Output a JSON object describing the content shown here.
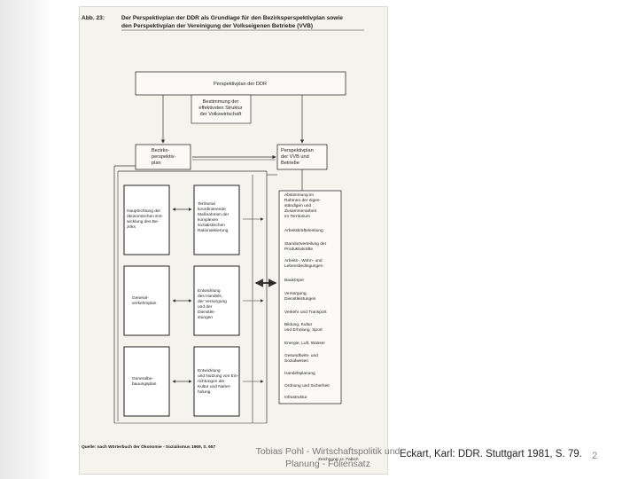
{
  "slide": {
    "footer_line1": "Tobias Pohl - Wirtschaftspolitik und",
    "footer_line2": "Planung - Foliensatz",
    "citation": "Eckart, Karl: DDR. Stuttgart 1981, S. 79.",
    "page_number": "2"
  },
  "figure": {
    "caption_label": "Abb. 23:",
    "caption_line1": "Der Perspektivplan der DDR als Grundlage für den Bezirksperspektivplan sowie",
    "caption_line2": "den Perspektivplan der Vereinigung der Volkseigenen Betriebe (VVB)",
    "top_box": "Perspektivplan der DDR",
    "structure_box": [
      "Bestimmung der",
      "effektivsten Struktur",
      "der Volkswirtschaft"
    ],
    "bezirk_box": [
      "Bezirks-",
      "perspektiv-",
      "plan"
    ],
    "vvb_box": [
      "Perspektivplan",
      "der VVB und",
      "Betriebe"
    ],
    "left_col": [
      [
        "Hauptrichtung der",
        "ökonomischen Ent-",
        "wicklung des Be-",
        "zirks"
      ],
      [
        "General-",
        "verkehrsplan"
      ],
      [
        "Generalbe-",
        "bauungsplan"
      ]
    ],
    "mid_col": [
      [
        "Territorial",
        "koordinierende",
        "Maßnahmen der",
        "komplexen",
        "sozialistischen",
        "Rationalisierung"
      ],
      [
        "Entwicklung",
        "des Handels,",
        "der Versorgung",
        "und der",
        "Dienstlei-",
        "stungen"
      ],
      [
        "Entwicklung",
        "und Nutzung von Ein-",
        "richtungen der",
        "Kultur und Naher-",
        "holung"
      ]
    ],
    "right_list": [
      [
        "Abstimmung im",
        "Rahmen der eigen-",
        "ständigen und",
        "Zusammenarbeit",
        "im Territorium"
      ],
      [
        "Arbeitskräftelenkung"
      ],
      [
        "Standortverteilung der",
        "Produktivkräfte"
      ],
      [
        "Arbeits-, Wohn- und",
        "Lebensbedingungen"
      ],
      [
        "Baukörper"
      ],
      [
        "Versorgung,",
        "Dienstleistungen"
      ],
      [
        "Verkehr und Transport"
      ],
      [
        "Bildung, Kultur",
        "und Erholung, Sport"
      ],
      [
        "Energie, Luft, Wasser"
      ],
      [
        "Gesundheits- und",
        "Sozialwesen"
      ],
      [
        "Handelsplanung"
      ],
      [
        "Ordnung und Sicherheit"
      ],
      [
        "Infrastruktur"
      ]
    ],
    "source_line": "Quelle: nach Wörterbuch der Ökonomie - Sozialismus 1969, S. 657",
    "drawing_note": "Zeichnung: H. Fabich"
  }
}
